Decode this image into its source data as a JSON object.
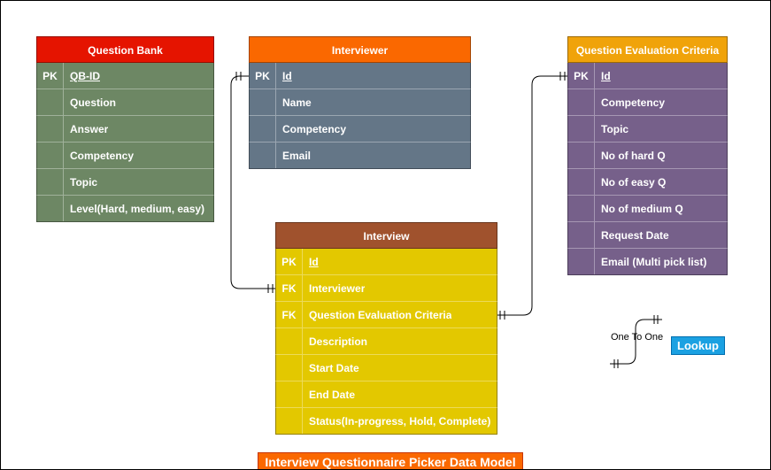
{
  "entities": {
    "question_bank": {
      "title": "Question Bank",
      "header_color": "#e51400",
      "body_color": "#6d8764",
      "rows": [
        {
          "key": "PK",
          "field": "QB-ID"
        },
        {
          "key": "",
          "field": "Question"
        },
        {
          "key": "",
          "field": "Answer"
        },
        {
          "key": "",
          "field": "Competency"
        },
        {
          "key": "",
          "field": "Topic"
        },
        {
          "key": "",
          "field": "Level(Hard, medium, easy)"
        }
      ]
    },
    "interviewer": {
      "title": "Interviewer",
      "header_color": "#fa6800",
      "body_color": "#647687",
      "rows": [
        {
          "key": "PK",
          "field": "Id"
        },
        {
          "key": "",
          "field": "Name"
        },
        {
          "key": "",
          "field": "Competency"
        },
        {
          "key": "",
          "field": "Email"
        }
      ]
    },
    "question_evaluation_criteria": {
      "title": "Question Evaluation Criteria",
      "header_color": "#f0a30a",
      "body_color": "#76608a",
      "rows": [
        {
          "key": "PK",
          "field": "Id"
        },
        {
          "key": "",
          "field": "Competency"
        },
        {
          "key": "",
          "field": "Topic"
        },
        {
          "key": "",
          "field": "No of hard Q"
        },
        {
          "key": "",
          "field": "No of easy Q"
        },
        {
          "key": "",
          "field": "No of medium Q"
        },
        {
          "key": "",
          "field": "Request Date"
        },
        {
          "key": "",
          "field": "Email (Multi pick list)"
        }
      ]
    },
    "interview": {
      "title": "Interview",
      "header_color": "#a0522d",
      "body_color": "#e3c800",
      "rows": [
        {
          "key": "PK",
          "field": "Id"
        },
        {
          "key": "FK",
          "field": "Interviewer"
        },
        {
          "key": "FK",
          "field": "Question Evaluation Criteria"
        },
        {
          "key": "",
          "field": "Description"
        },
        {
          "key": "",
          "field": "Start Date"
        },
        {
          "key": "",
          "field": "End Date"
        },
        {
          "key": "",
          "field": "Status(In-progress, Hold, Complete)"
        }
      ]
    }
  },
  "legend": {
    "relation_label": "One To One",
    "lookup_label": "Lookup",
    "lookup_color": "#1ba1e2"
  },
  "diagram_title": "Interview Questionnaire Picker Data Model",
  "diagram_title_color": "#fa6800"
}
